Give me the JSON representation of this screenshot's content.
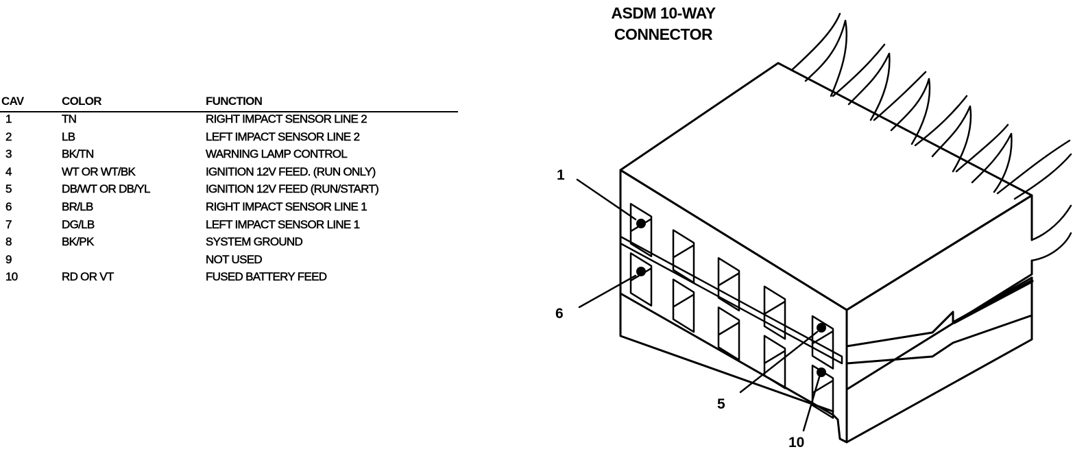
{
  "table": {
    "headers": {
      "cav": "CAV",
      "color": "COLOR",
      "function": "FUNCTION"
    },
    "rows": [
      {
        "cav": "1",
        "color": "TN",
        "function": "RIGHT IMPACT SENSOR LINE 2"
      },
      {
        "cav": "2",
        "color": "LB",
        "function": "LEFT IMPACT SENSOR LINE 2"
      },
      {
        "cav": "3",
        "color": "BK/TN",
        "function": "WARNING LAMP CONTROL"
      },
      {
        "cav": "4",
        "color": "WT OR WT/BK",
        "function": "IGNITION 12V FEED. (RUN ONLY)"
      },
      {
        "cav": "5",
        "color": "DB/WT OR DB/YL",
        "function": "IGNITION 12V FEED (RUN/START)"
      },
      {
        "cav": "6",
        "color": "BR/LB",
        "function": "RIGHT IMPACT SENSOR LINE 1"
      },
      {
        "cav": "7",
        "color": "DG/LB",
        "function": "LEFT IMPACT SENSOR LINE 1"
      },
      {
        "cav": "8",
        "color": "BK/PK",
        "function": "SYSTEM GROUND"
      },
      {
        "cav": "9",
        "color": "",
        "function": "NOT USED"
      },
      {
        "cav": "10",
        "color": "RD OR VT",
        "function": "FUSED BATTERY FEED"
      }
    ]
  },
  "diagram": {
    "title_line1": "ASDM 10-WAY",
    "title_line2": "CONNECTOR",
    "callouts": {
      "pin1": "1",
      "pin6": "6",
      "pin5": "5",
      "pin10": "10"
    }
  }
}
